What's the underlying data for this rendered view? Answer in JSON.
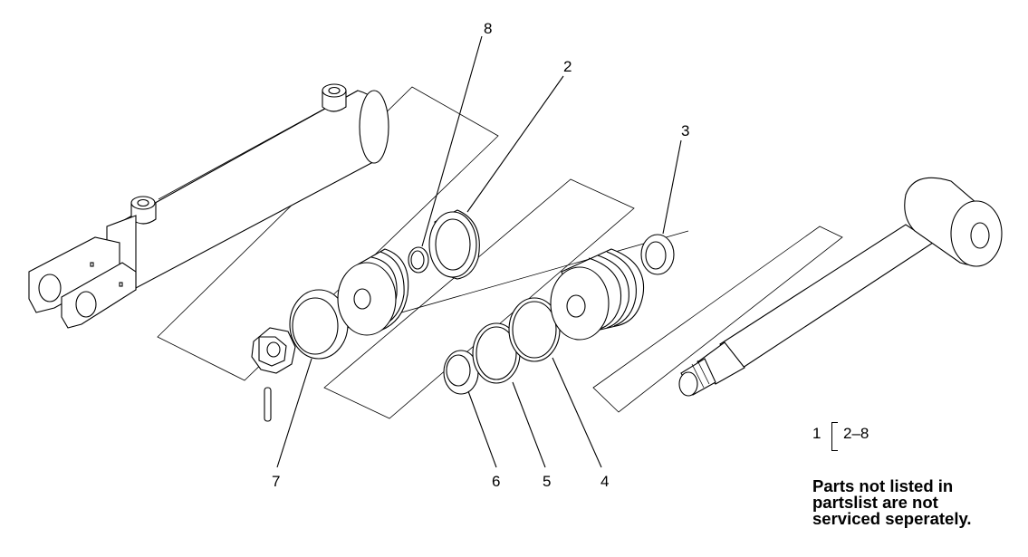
{
  "callouts": {
    "c2": "2",
    "c3": "3",
    "c4": "4",
    "c5": "5",
    "c6": "6",
    "c7": "7",
    "c8": "8"
  },
  "kit_reference": {
    "item": "1",
    "range": "2–8"
  },
  "note": "Parts not listed in\npartslist are not\nserviced seperately."
}
